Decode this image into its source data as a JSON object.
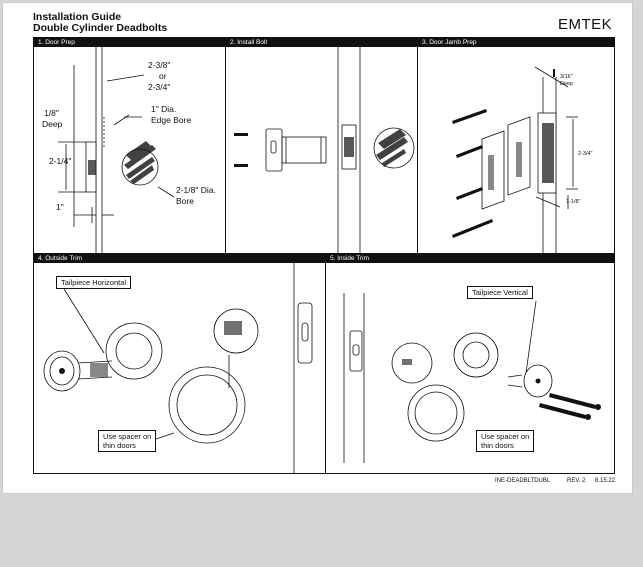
{
  "header": {
    "title": "Installation Guide",
    "subtitle": "Double Cylinder Deadbolts",
    "brand": "EMTEK"
  },
  "panels": {
    "door_prep": {
      "title": "1. Door Prep",
      "labels": {
        "backset_a": "2-3/8\"",
        "backset_or": "or",
        "backset_b": "2-3/4\"",
        "deep": "1/8\"",
        "deep2": "Deep",
        "edge_bore": "1\" Dia.",
        "edge_bore2": "Edge Bore",
        "height": "2-1/4\"",
        "bore": "2-1/8\" Dia.",
        "bore2": "Bore",
        "width": "1\""
      }
    },
    "install_bolt": {
      "title": "2. Install Bolt"
    },
    "door_jamb_prep": {
      "title": "3. Door Jamb Prep",
      "labels": {
        "depth": "3/16\"",
        "depth2": "Deep",
        "height": "2-3/4\"",
        "width": "1-1/8\""
      }
    },
    "outside_trim": {
      "title": "4. Outside Trim",
      "callout_tailpiece": "Tailpiece Horizontal",
      "callout_spacer_1": "Use spacer on",
      "callout_spacer_2": "thin doors"
    },
    "inside_trim": {
      "title": "5. Inside Trim",
      "callout_tailpiece": "Tailpiece Vertical",
      "callout_spacer_1": "Use spacer on",
      "callout_spacer_2": "thin doors"
    }
  },
  "footer": {
    "doc_code": "INE-DEADBLTDUBL",
    "revision": "REV. 2",
    "date": "8.15.22"
  }
}
